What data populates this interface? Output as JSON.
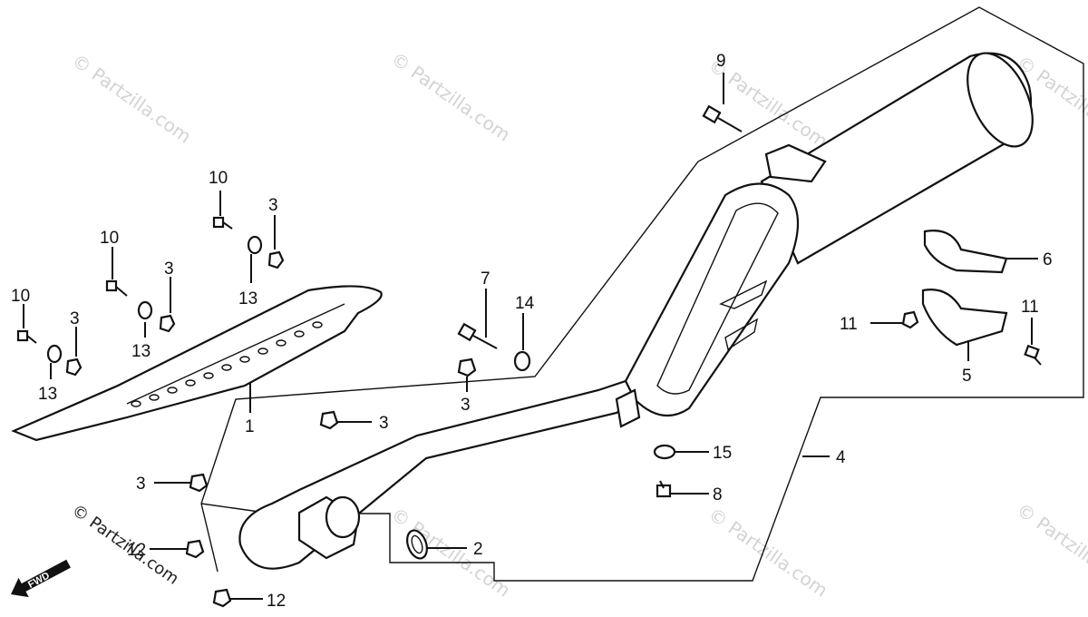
{
  "watermark": "© Partzilla.com",
  "fwd_label": "FWD",
  "callouts": {
    "c9": "9",
    "c10a": "10",
    "c3a": "3",
    "c13a": "13",
    "c10b": "10",
    "c3b": "3",
    "c13b": "13",
    "c10c": "10",
    "c3c": "3",
    "c13c": "13",
    "c1": "1",
    "c7": "7",
    "c14": "14",
    "c3d": "3",
    "c3e": "3",
    "c3f": "3",
    "c12a": "12",
    "c12b": "12",
    "c2": "2",
    "c6": "6",
    "c11a": "11",
    "c11b": "11",
    "c5": "5",
    "c4": "4",
    "c15": "15",
    "c8": "8"
  }
}
